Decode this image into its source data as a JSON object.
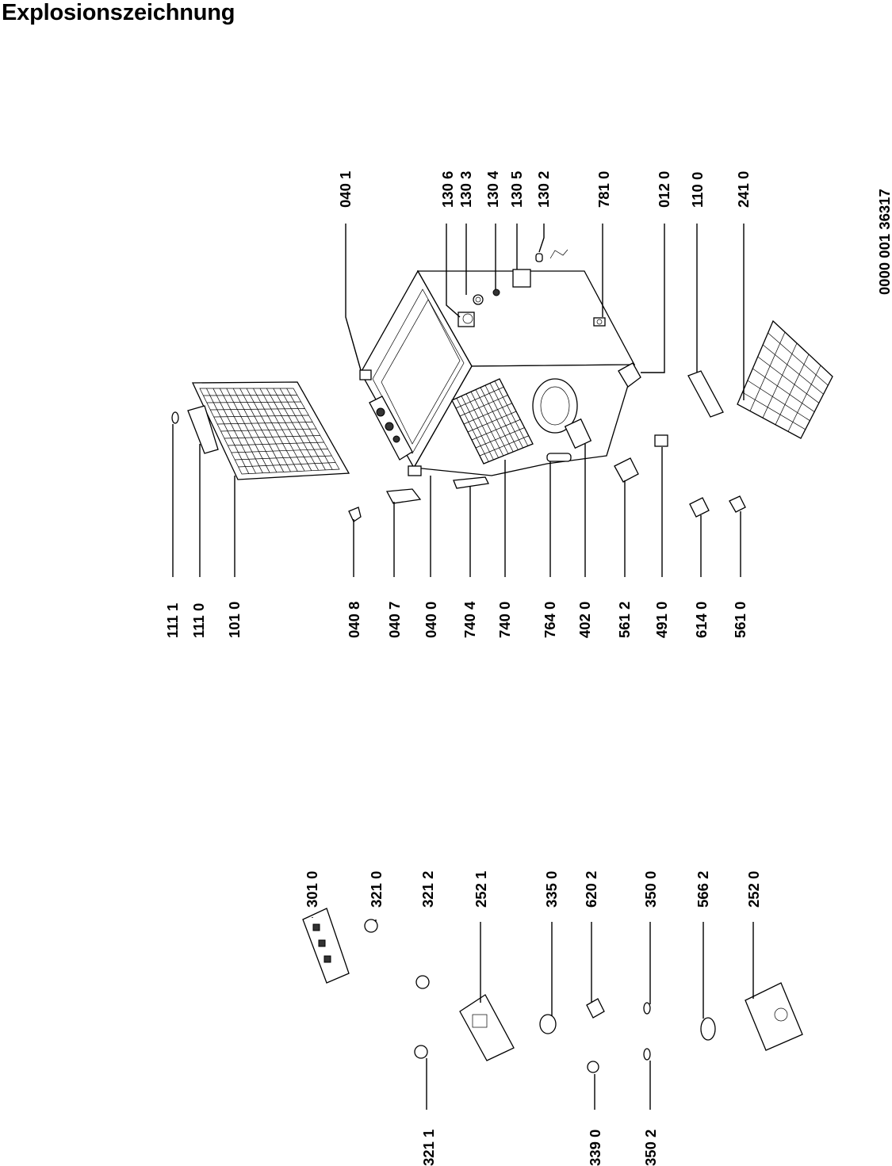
{
  "title": "Explosionszeichnung",
  "document_number": "0000 001 36317",
  "labels": {
    "p1111": "111 1",
    "p1110": "111 0",
    "p1010": "101 0",
    "p0408": "040 8",
    "p0407": "040 7",
    "p0400": "040 0",
    "p7404": "740 4",
    "p7400": "740 0",
    "p7640": "764 0",
    "p4020": "402 0",
    "p5612": "561 2",
    "p4910": "491 0",
    "p6140": "614 0",
    "p5610": "561 0",
    "p0401": "040 1",
    "p1306": "130 6",
    "p1303": "130 3",
    "p1304": "130 4",
    "p1305": "130 5",
    "p1302": "130 2",
    "p7810": "781 0",
    "p0120": "012 0",
    "p1100": "110 0",
    "p2410": "241 0",
    "p3010": "301 0",
    "p3210": "321 0",
    "p3212": "321 2",
    "p2521": "252 1",
    "p3350": "335 0",
    "p6202": "620 2",
    "p3500": "350 0",
    "p5662": "566 2",
    "p2520": "252 0",
    "p3211": "321 1",
    "p3390": "339 0",
    "p3502": "350 2"
  }
}
